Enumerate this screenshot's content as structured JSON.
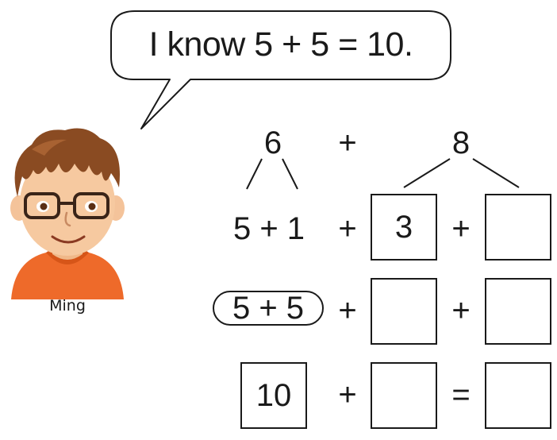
{
  "speech_bubble": {
    "text": "I know 5 + 5 = 10."
  },
  "character": {
    "name": "Ming"
  },
  "top_row": {
    "left_number": "6",
    "operator": "+",
    "right_number": "8"
  },
  "row1": {
    "split_6": "5 + 1",
    "op1": "+",
    "box1": "3",
    "op2": "+",
    "box2": ""
  },
  "row2": {
    "grouped": "5 + 5",
    "op1": "+",
    "box1": "",
    "op2": "+",
    "box2": ""
  },
  "row3": {
    "result_box": "10",
    "op1": "+",
    "box1": "",
    "equals": "=",
    "box2": ""
  },
  "colors": {
    "shirt": "#ee6a2a",
    "hair": "#8a4b22",
    "skin": "#f6c9a0"
  }
}
